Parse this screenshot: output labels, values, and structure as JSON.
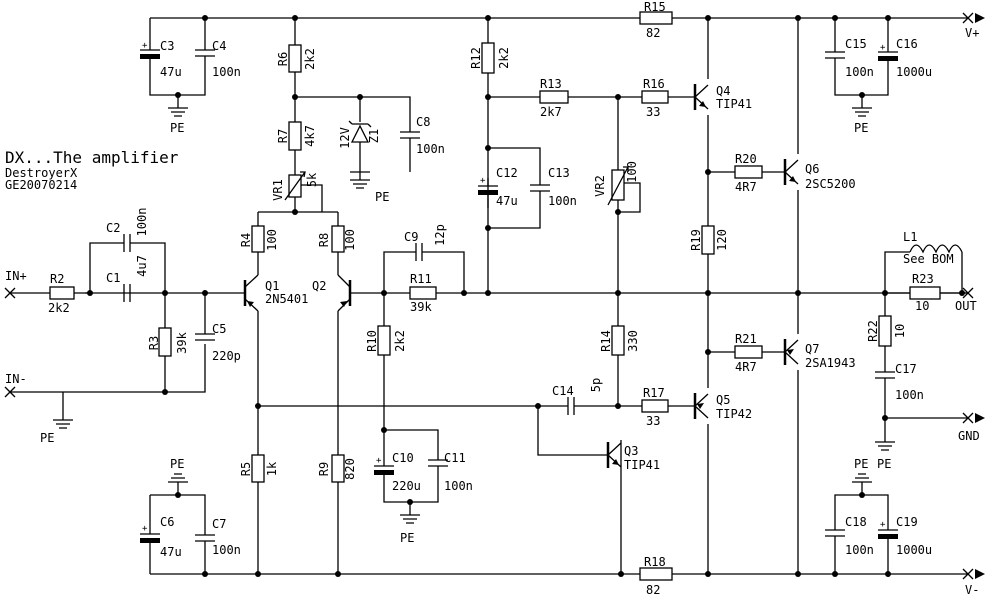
{
  "title": {
    "line1": "DX...The amplifier",
    "line2": "DestroyerX",
    "line3": "GE20070214"
  },
  "ports": {
    "in_plus": "IN+",
    "in_minus": "IN-",
    "v_plus": "V+",
    "v_minus": "V-",
    "out": "OUT",
    "gnd": "GND"
  },
  "pe": [
    "PE",
    "PE",
    "PE",
    "PE",
    "PE",
    "PE",
    "PE",
    "PE"
  ],
  "resistors": {
    "R2": {
      "ref": "R2",
      "val": "2k2"
    },
    "R3": {
      "ref": "R3",
      "val": "39k"
    },
    "R4": {
      "ref": "R4",
      "val": "100"
    },
    "R5": {
      "ref": "R5",
      "val": "1k"
    },
    "R6": {
      "ref": "R6",
      "val": "2k2"
    },
    "R7": {
      "ref": "R7",
      "val": "4k7"
    },
    "R8": {
      "ref": "R8",
      "val": "100"
    },
    "R9": {
      "ref": "R9",
      "val": "820"
    },
    "R10": {
      "ref": "R10",
      "val": "2k2"
    },
    "R11": {
      "ref": "R11",
      "val": "39k"
    },
    "R12": {
      "ref": "R12",
      "val": "2k2"
    },
    "R13": {
      "ref": "R13",
      "val": "2k7"
    },
    "R14": {
      "ref": "R14",
      "val": "330"
    },
    "R15": {
      "ref": "R15",
      "val": "82"
    },
    "R16": {
      "ref": "R16",
      "val": "33"
    },
    "R17": {
      "ref": "R17",
      "val": "33"
    },
    "R18": {
      "ref": "R18",
      "val": "82"
    },
    "R19": {
      "ref": "R19",
      "val": "120"
    },
    "R20": {
      "ref": "R20",
      "val": "4R7"
    },
    "R21": {
      "ref": "R21",
      "val": "4R7"
    },
    "R22": {
      "ref": "R22",
      "val": "10"
    },
    "R23": {
      "ref": "R23",
      "val": "10"
    }
  },
  "trimmers": {
    "VR1": {
      "ref": "VR1",
      "val": "5k"
    },
    "VR2": {
      "ref": "VR2",
      "val": "100"
    }
  },
  "capacitors": {
    "C1": {
      "ref": "C1",
      "val": "4u7"
    },
    "C2": {
      "ref": "C2",
      "val": "100n"
    },
    "C3": {
      "ref": "C3",
      "val": "47u"
    },
    "C4": {
      "ref": "C4",
      "val": "100n"
    },
    "C5": {
      "ref": "C5",
      "val": "220p"
    },
    "C6": {
      "ref": "C6",
      "val": "47u"
    },
    "C7": {
      "ref": "C7",
      "val": "100n"
    },
    "C8": {
      "ref": "C8",
      "val": "100n"
    },
    "C9": {
      "ref": "C9",
      "val": "12p"
    },
    "C10": {
      "ref": "C10",
      "val": "220u"
    },
    "C11": {
      "ref": "C11",
      "val": "100n"
    },
    "C12": {
      "ref": "C12",
      "val": "47u"
    },
    "C13": {
      "ref": "C13",
      "val": "100n"
    },
    "C14": {
      "ref": "C14",
      "val": "5p"
    },
    "C15": {
      "ref": "C15",
      "val": "100n"
    },
    "C16": {
      "ref": "C16",
      "val": "1000u"
    },
    "C17": {
      "ref": "C17",
      "val": "100n"
    },
    "C18": {
      "ref": "C18",
      "val": "100n"
    },
    "C19": {
      "ref": "C19",
      "val": "1000u"
    }
  },
  "transistors": {
    "Q1": {
      "ref": "Q1",
      "val": "2N5401"
    },
    "Q2": {
      "ref": "Q2",
      "val": ""
    },
    "Q3": {
      "ref": "Q3",
      "val": "TIP41"
    },
    "Q4": {
      "ref": "Q4",
      "val": "TIP41"
    },
    "Q5": {
      "ref": "Q5",
      "val": "TIP42"
    },
    "Q6": {
      "ref": "Q6",
      "val": "2SC5200"
    },
    "Q7": {
      "ref": "Q7",
      "val": "2SA1943"
    }
  },
  "zener": {
    "ref": "Z1",
    "val": "12V"
  },
  "inductor": {
    "ref": "L1",
    "val": "See BOM"
  }
}
